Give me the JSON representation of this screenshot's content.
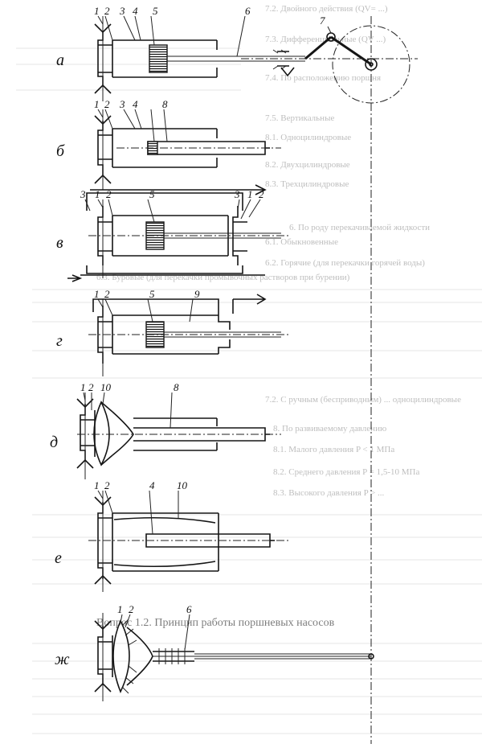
{
  "figure": {
    "rows": [
      {
        "letter": "а",
        "labels": [
          "1",
          "2",
          "3",
          "4",
          "5",
          "6",
          "7"
        ]
      },
      {
        "letter": "б",
        "labels": [
          "1",
          "2",
          "3",
          "4",
          "8"
        ]
      },
      {
        "letter": "в",
        "labels": [
          "3",
          "1",
          "2",
          "5",
          "3",
          "1",
          "2"
        ]
      },
      {
        "letter": "г",
        "labels": [
          "1",
          "2",
          "5",
          "9"
        ]
      },
      {
        "letter": "д",
        "labels": [
          "1",
          "2",
          "10",
          "8"
        ]
      },
      {
        "letter": "е",
        "labels": [
          "1",
          "2",
          "4",
          "10"
        ]
      },
      {
        "letter": "ж",
        "labels": [
          "1",
          "2",
          "6"
        ]
      }
    ]
  },
  "bleed_text": {
    "heading": "Вопрос 1.2. Принцип работы поршневых насосов",
    "lines": [
      "7.2. Двойного действия (QV= ...)",
      "7.3. Дифференциальные (QV ...)",
      "7.4. По расположению поршня",
      "7.5. Вертикальные",
      "8.1. Одноцилиндровые",
      "8.2. Двухцилиндровые",
      "8.3. Трехцилиндровые",
      "6. По роду перекачиваемой жидкости",
      "6.1. Обыкновенные",
      "6.2. Горячие (для перекачки горячей воды)",
      "6.3. Буровые (для перекачки промывочных растворов при бурении)",
      "7.2. С ручным (бесприводным) ... одноцилиндровые",
      "8. По развиваемому давлению",
      "8.1. Малого давления P < 1 МПа",
      "8.2. Среднего давления P = 1,5-10 МПа",
      "8.3. Высокого давления P > ..."
    ]
  }
}
